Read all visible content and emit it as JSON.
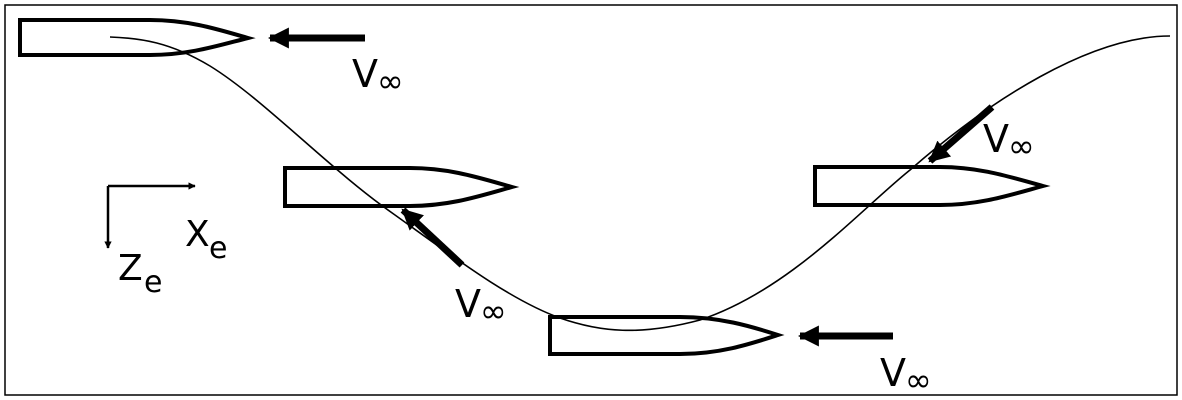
{
  "figure": {
    "velocity_symbol": "V",
    "velocity_subscript": "∞",
    "axis_x_symbol": "X",
    "axis_x_subscript": "e",
    "axis_z_symbol": "Z",
    "axis_z_subscript": "e"
  }
}
